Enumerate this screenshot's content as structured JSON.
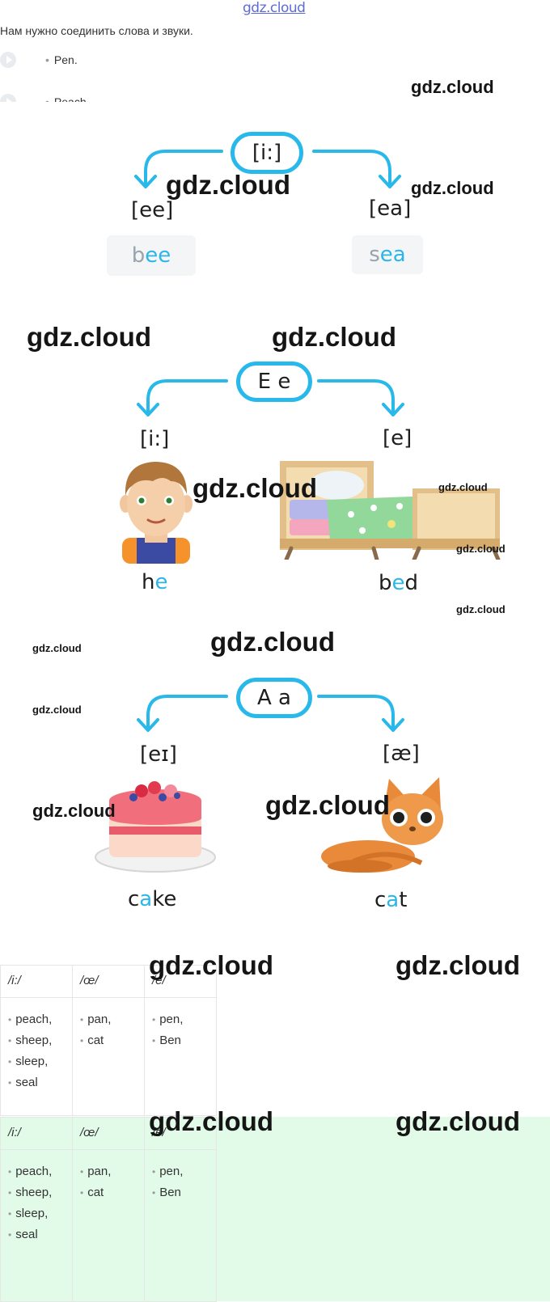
{
  "header": {
    "logo_text": "gdz.cloud"
  },
  "task_text": "Нам нужно соединить слова и звуки.",
  "audio": {
    "items": [
      {
        "label": "Pen."
      },
      {
        "label": "Peach"
      }
    ]
  },
  "watermark": "gdz.cloud",
  "diagram1": {
    "top": "[i:]",
    "left_sound": "[ee]",
    "right_sound": "[ea]",
    "left_word": {
      "pre": "b",
      "hl": "ee",
      "post": ""
    },
    "right_word": {
      "pre": "s",
      "hl": "ea",
      "post": ""
    }
  },
  "diagram2": {
    "top": "E e",
    "left_sound": "[i:]",
    "right_sound": "[e]",
    "left_word": {
      "pre": "h",
      "hl": "e",
      "post": ""
    },
    "right_word": {
      "pre": "b",
      "hl": "e",
      "post": "d"
    }
  },
  "diagram3": {
    "top": "A a",
    "left_sound": "[eɪ]",
    "right_sound": "[æ]",
    "left_word": {
      "pre": "c",
      "hl": "a",
      "post": "ke"
    },
    "right_word": {
      "pre": "c",
      "hl": "a",
      "post": "t"
    }
  },
  "table": {
    "headers": [
      "/i:/",
      "/œ/",
      "/e/"
    ],
    "columns": [
      [
        "peach,",
        "sheep,",
        "sleep,",
        "seal"
      ],
      [
        "pan,",
        "cat"
      ],
      [
        "pen,",
        "Ben"
      ]
    ]
  },
  "colors": {
    "accent": "#29b8ea",
    "answer_bg": "#e2fbe9",
    "logo": "#5d6bd6"
  }
}
